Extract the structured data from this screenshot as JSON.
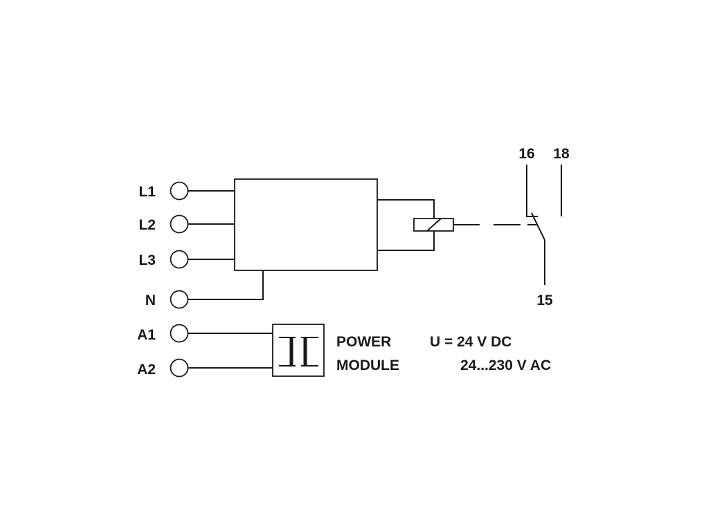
{
  "terminals": {
    "L1": "L1",
    "L2": "L2",
    "L3": "L3",
    "N": "N",
    "A1": "A1",
    "A2": "A2"
  },
  "contacts": {
    "c16": "16",
    "c18": "18",
    "c15": "15"
  },
  "power_module": {
    "line1": "POWER",
    "line2": "MODULE",
    "voltage_dc": "U = 24 V DC",
    "voltage_ac": "24...230 V AC"
  }
}
